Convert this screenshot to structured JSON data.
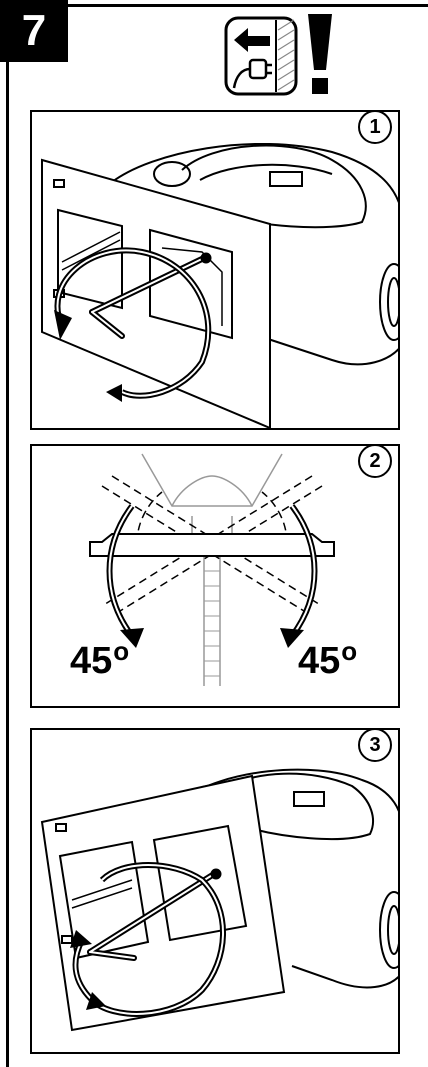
{
  "step_number": "7",
  "panels": [
    {
      "number": "1"
    },
    {
      "number": "2",
      "angle_left": "45",
      "angle_right": "45",
      "degree_symbol": "o"
    },
    {
      "number": "3"
    }
  ],
  "icons": {
    "warning": "unplug-warning-icon",
    "exclamation": "exclamation-icon"
  },
  "colors": {
    "ink": "#000000",
    "paper": "#ffffff",
    "hatch": "#999999"
  }
}
